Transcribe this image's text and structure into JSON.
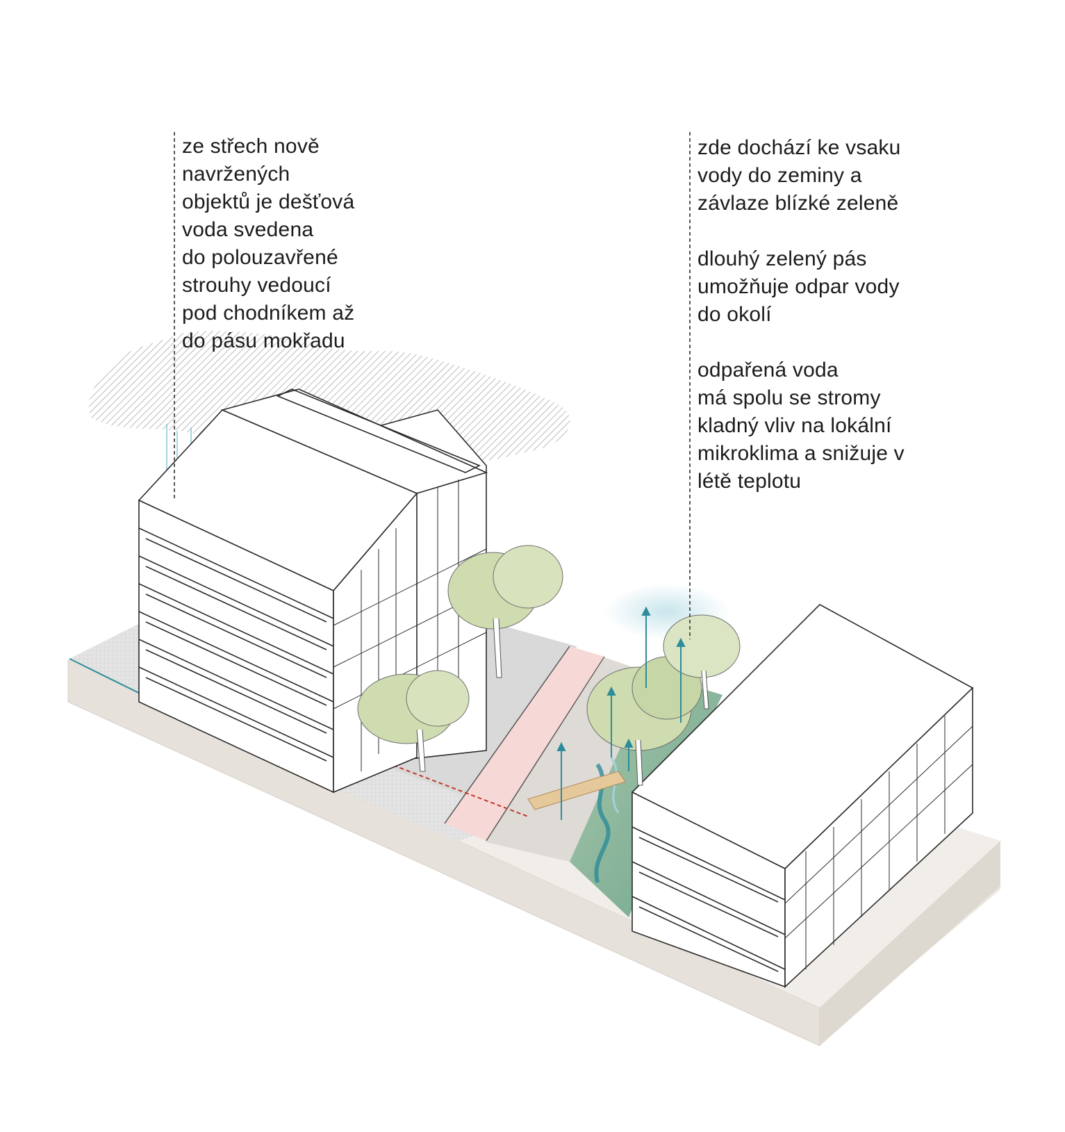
{
  "notes": {
    "left": [
      "ze střech nově",
      "navržených",
      "objektů je dešťová",
      "voda svedena",
      "do polouzavřené",
      "strouhy vedoucí",
      "pod chodníkem až",
      "do pásu mokřadu"
    ],
    "right_infiltration": [
      "zde dochází ke vsaku",
      "vody do zeminy a",
      "závlaze blízké zeleně"
    ],
    "right_evaporation": [
      "dlouhý zelený pás",
      "umožňuje odpar vody",
      "do okolí"
    ],
    "right_microclimate": [
      "odpařená voda",
      "má spolu se stromy",
      "kladný vliv na lokální",
      "mikroklima a snižuje v",
      "létě teplotu"
    ]
  },
  "colors": {
    "water": "#2d8c99",
    "rain": "#7cc3cf",
    "cloud_hatch": "#9a9a9a",
    "tree_canopy": "#cfdcb0",
    "wetland": "#8fb79a",
    "bike_path": "#f6d9d6",
    "paving": "#e2e2e2",
    "ground_slab": "#e9e5df",
    "building_line": "#2a2a2a"
  },
  "icons": [
    "cloud-icon",
    "rain-icon",
    "tree-icon",
    "arrow-down-icon",
    "arrow-up-icon"
  ]
}
